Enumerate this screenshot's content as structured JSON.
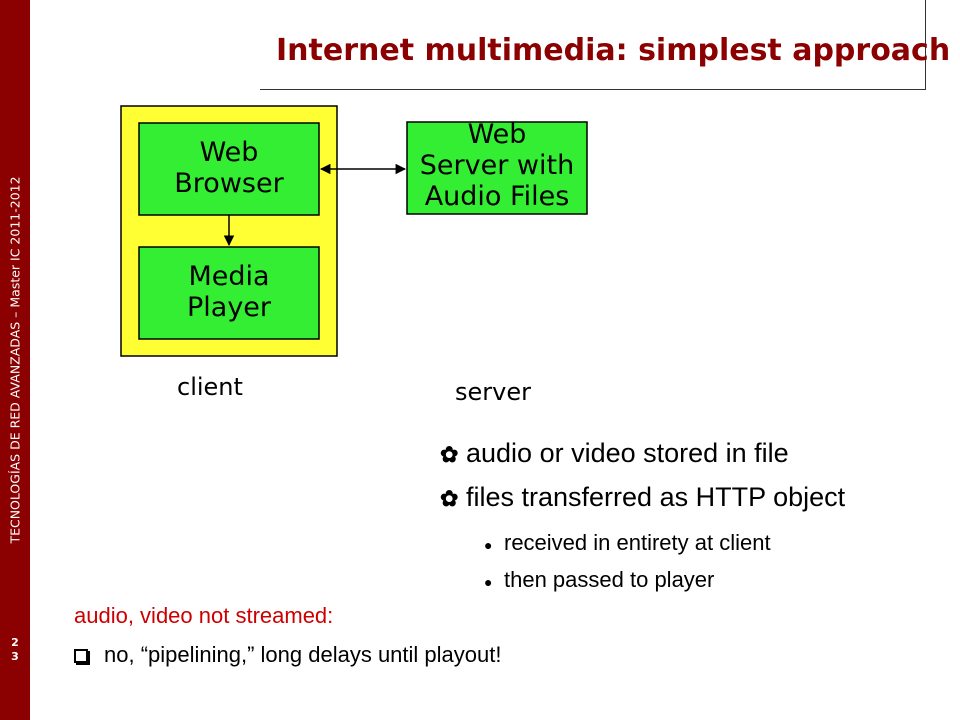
{
  "sidebar": {
    "vertical_text": "TECNOLOGÍAS DE RED AVANZADAS – Master IC 2011-2012",
    "page_number": [
      "2",
      "3"
    ]
  },
  "slide": {
    "title": "Internet multimedia: simplest approach"
  },
  "diagram": {
    "browser_label": [
      "Web",
      "Browser"
    ],
    "player_label": [
      "Media",
      "Player"
    ],
    "server_label": [
      "Web",
      "Server with",
      "Audio Files"
    ],
    "client_caption": "client",
    "server_caption": "server",
    "colors": {
      "client_frame": "#ffff33",
      "box_fill": "#33ee33"
    }
  },
  "bullets": {
    "level1": [
      "audio or video stored in file",
      "files transferred as HTTP object"
    ],
    "level2": [
      "received in entirety at client",
      "then passed to player"
    ]
  },
  "note": {
    "heading": "audio, video not streamed:",
    "item": "no, “pipelining,” long delays until playout!"
  }
}
